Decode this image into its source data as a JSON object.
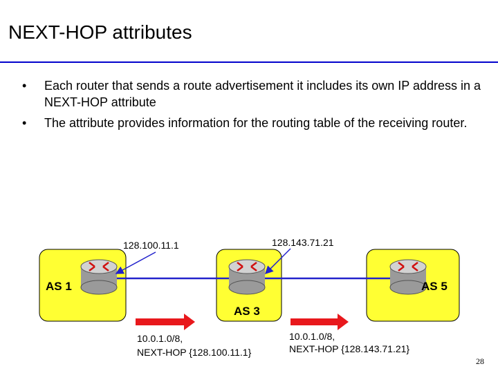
{
  "slide": {
    "title": "NEXT-HOP attributes",
    "bullets": [
      "Each router that sends a route advertisement it includes its own IP address in a NEXT-HOP attribute",
      "The attribute provides information for the routing table of the receiving router."
    ],
    "page_number": "28"
  },
  "diagram": {
    "as_labels": [
      "AS 1",
      "AS 3",
      "AS 5"
    ],
    "ip_labels": [
      "128.100.11.1",
      "128.143.71.21"
    ],
    "route_labels": [
      [
        "10.0.1.0/8,",
        "NEXT-HOP {128.100.11.1}"
      ],
      [
        "10.0.1.0/8,",
        "NEXT-HOP {128.143.71.21}"
      ]
    ],
    "colors": {
      "as_fill": "#ffff33",
      "link": "#2222cc",
      "arrow": "#e8181c",
      "pointer": "#2222cc",
      "router_body": "#9a9a9a",
      "router_top": "#d2d2d2",
      "router_arrows": "#d01010"
    },
    "icons": [
      "router-icon"
    ]
  }
}
